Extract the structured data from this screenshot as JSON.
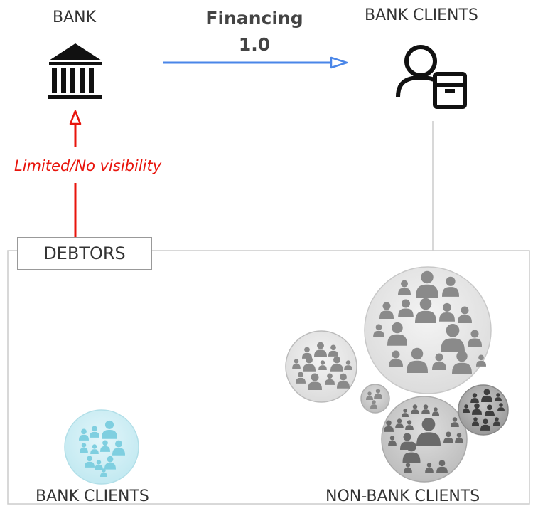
{
  "labels": {
    "bank": "BANK",
    "bank_clients_top": "BANK CLIENTS",
    "financing_title": "Financing",
    "financing_version": "1.0",
    "visibility": "Limited/No visibility",
    "debtors": "DEBTORS",
    "bank_clients_bottom": "BANK CLIENTS",
    "non_bank_clients": "NON-BANK CLIENTS"
  },
  "colors": {
    "financing_arrow": "#4a86e8",
    "visibility_arrow": "#e8140c",
    "icon": "#111111",
    "frame": "#cccccc",
    "bank_client_bubble": "#cfeef4",
    "bank_client_person": "#7fcfe0",
    "group_light": "#e8e8e8",
    "group_dark": "#9b9b9b",
    "person_light": "#8a8a8a",
    "person_dark": "#4a4a4a"
  },
  "icons": {
    "bank": "bank-building-icon",
    "client": "person-with-box-icon"
  }
}
